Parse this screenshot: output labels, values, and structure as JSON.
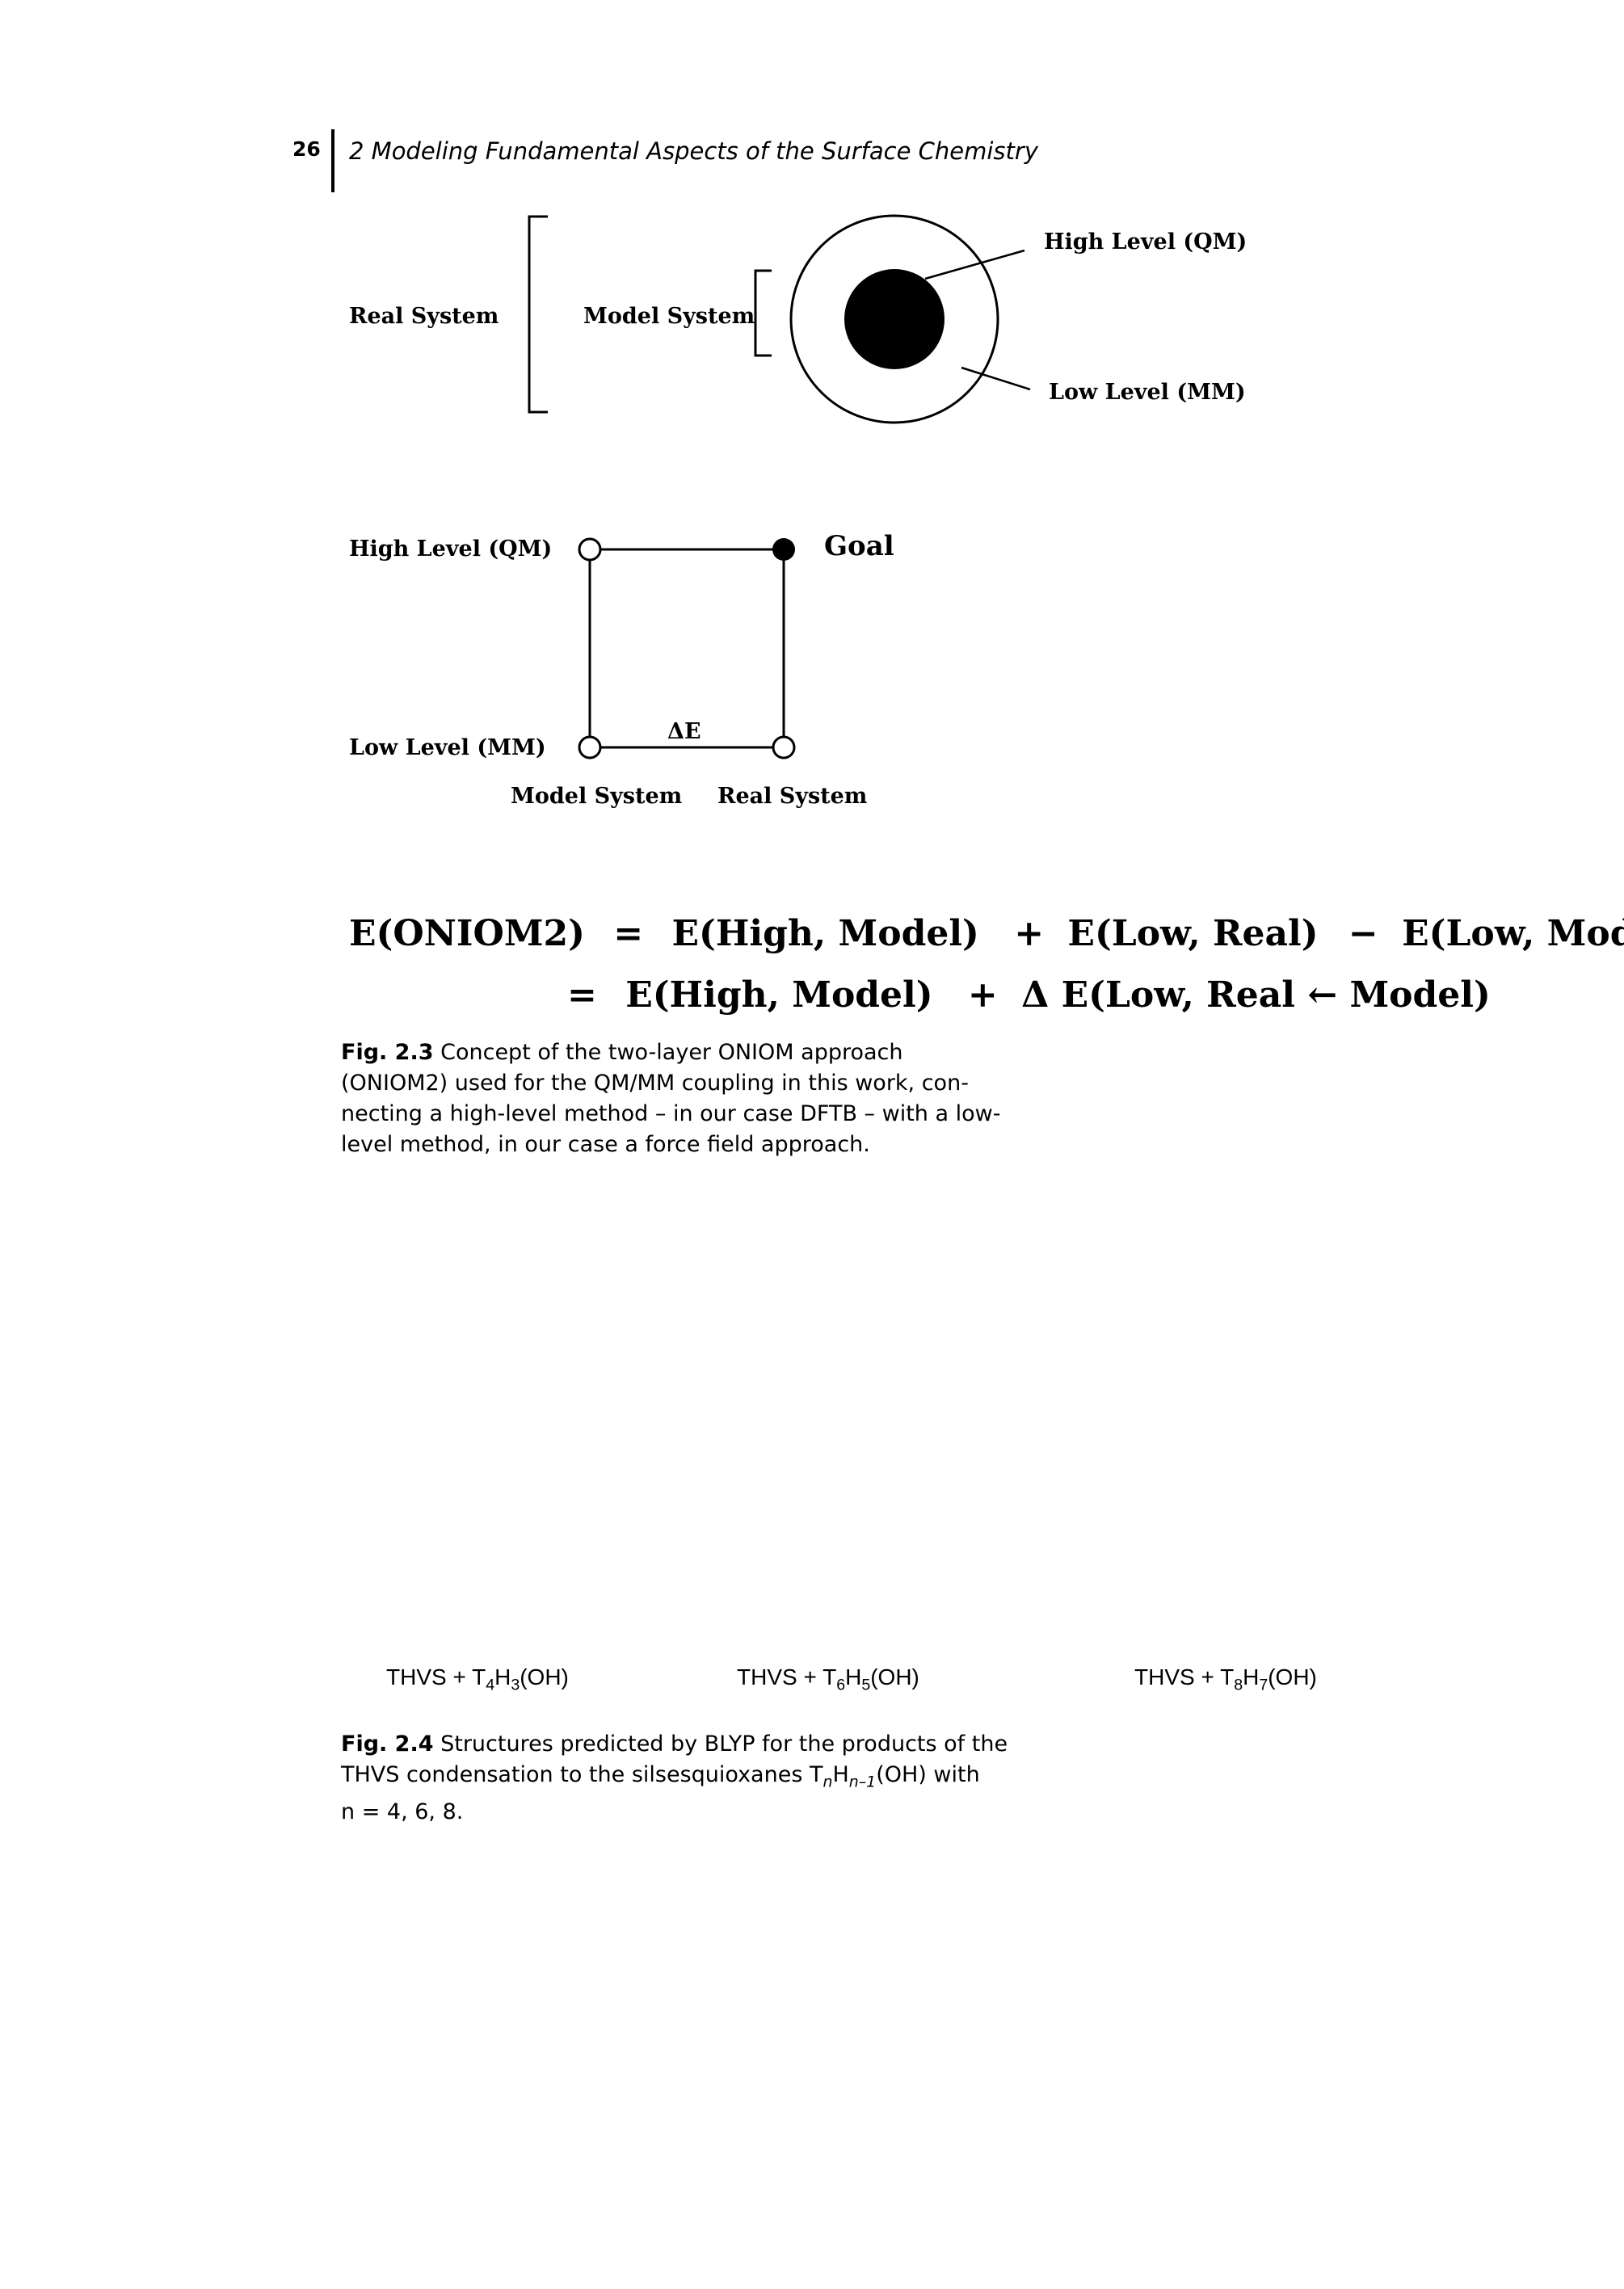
{
  "header": {
    "page_number": "26",
    "running_title": "2 Modeling Fundamental Aspects of the Surface Chemistry"
  },
  "fig23": {
    "top_diagram": {
      "real_system": "Real System",
      "model_system": "Model System",
      "high_level": "High Level (QM)",
      "low_level": "Low Level (MM)"
    },
    "square_diagram": {
      "high_level": "High Level (QM)",
      "low_level": "Low Level (MM)",
      "goal": "Goal",
      "delta_e": "ΔE",
      "model_system": "Model System",
      "real_system": "Real System"
    },
    "equation": {
      "lhs": "E(ONIOM2)",
      "line1_eq": "=",
      "line1_t1": "E(High, Model)",
      "line1_op1": "+",
      "line1_t2": "E(Low, Real)",
      "line1_op2": "−",
      "line1_t3": "E(Low, Model)",
      "line2_eq": "=",
      "line2_t1": "E(High, Model)",
      "line2_op1": "+",
      "line2_t2": "Δ E(Low, Real ← Model)"
    },
    "caption_label": "Fig. 2.3",
    "caption_lines": [
      "Concept of the two-layer ONIOM approach",
      "(ONIOM2) used for the QM/MM coupling in this work, con-",
      "necting a high-level method – in our case DFTB – with a low-",
      "level method, in our case a force field approach."
    ]
  },
  "fig24": {
    "molecules": [
      {
        "prefix": "THVS + T",
        "n": "4",
        "mid": "H",
        "h": "3",
        "suffix": "(OH)"
      },
      {
        "prefix": "THVS + T",
        "n": "6",
        "mid": "H",
        "h": "5",
        "suffix": "(OH)"
      },
      {
        "prefix": "THVS + T",
        "n": "8",
        "mid": "H",
        "h": "7",
        "suffix": "(OH)"
      }
    ],
    "caption_label": "Fig. 2.4",
    "caption_lines": [
      "Structures predicted by BLYP for the products of the",
      "THVS condensation to the silsesquioxanes T",
      "n",
      "H",
      "n–1",
      "(OH) with",
      "n = 4, 6, 8."
    ]
  }
}
